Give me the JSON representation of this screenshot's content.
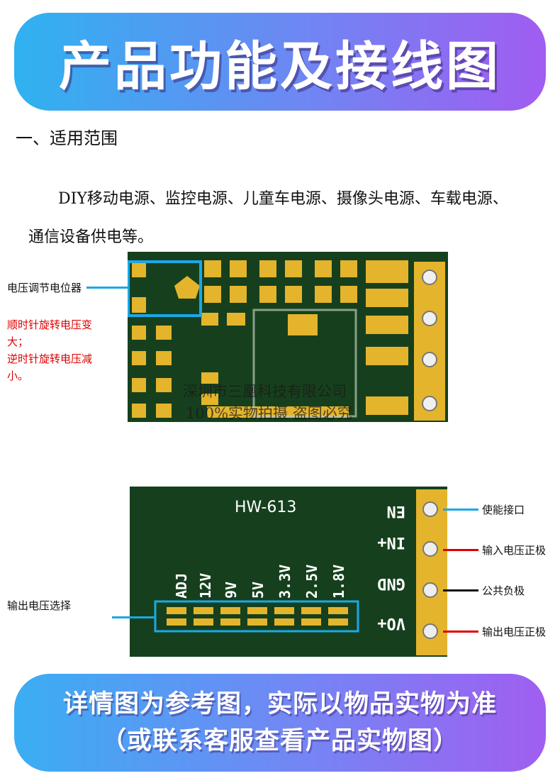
{
  "top_banner": {
    "title": "产品功能及接线图"
  },
  "section": {
    "heading": "一、适用范围",
    "body_line1": "DIY移动电源、监控电源、儿童车电源、摄像头电源、车载电源、",
    "body_line2": "通信设备供电等。"
  },
  "board_top": {
    "pot_label": "电压调节电位器",
    "cw_text_line1": "顺时针旋转电压变",
    "cw_text_line2": "大；",
    "ccw_text_line1": "逆时针旋转电压减",
    "ccw_text_line2": "小。",
    "watermark_line1": "深圳市三凰科技有限公司",
    "watermark_line2": "100%实物拍摄 盗图必究"
  },
  "board_bottom": {
    "model": "HW-613",
    "pins": [
      "EN",
      "IN+",
      "GND",
      "VO+"
    ],
    "voltages": [
      "ADJ",
      "12V",
      "9V",
      "5V",
      "3.3V",
      "2.5V",
      "1.8V"
    ],
    "labels": {
      "en": "使能接口",
      "in": "输入电压正极",
      "gnd": "公共负极",
      "vo": "输出电压正极",
      "select": "输出电压选择"
    },
    "colors": {
      "pcb": "#16401d",
      "pad": "#e4b42c",
      "blue": "#1aa8e8",
      "red": "#e00000"
    }
  },
  "bottom_banner": {
    "line1": "详情图为参考图，实际以物品实物为准",
    "line2": "（或联系客服查看产品实物图）"
  }
}
